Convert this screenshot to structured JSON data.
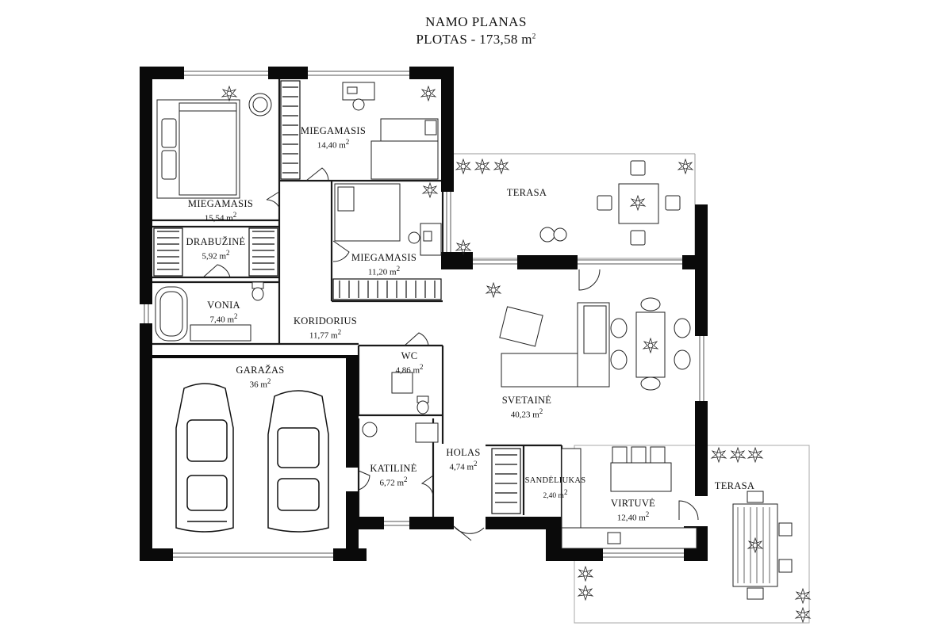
{
  "header": {
    "title": "NAMO PLANAS",
    "area_label": "PLOTAS - 173,58 m",
    "area_sup": "2"
  },
  "rooms": [
    {
      "id": "miegamasis-1",
      "name": "MIEGAMASIS",
      "area": "15,54 m",
      "sup": "2"
    },
    {
      "id": "miegamasis-2",
      "name": "MIEGAMASIS",
      "area": "14,40 m",
      "sup": "2"
    },
    {
      "id": "miegamasis-3",
      "name": "MIEGAMASIS",
      "area": "11,20 m",
      "sup": "2"
    },
    {
      "id": "drabuzine",
      "name": "DRABUŽINĖ",
      "area": "5,92 m",
      "sup": "2"
    },
    {
      "id": "vonia",
      "name": "VONIA",
      "area": "7,40 m",
      "sup": "2"
    },
    {
      "id": "koridorius",
      "name": "KORIDORIUS",
      "area": "11,77 m",
      "sup": "2"
    },
    {
      "id": "wc",
      "name": "WC",
      "area": "4,86 m",
      "sup": "2"
    },
    {
      "id": "garazas",
      "name": "GARAŽAS",
      "area": "36 m",
      "sup": "2"
    },
    {
      "id": "katiline",
      "name": "KATILINĖ",
      "area": "6,72 m",
      "sup": "2"
    },
    {
      "id": "holas",
      "name": "HOLAS",
      "area": "4,74 m",
      "sup": "2"
    },
    {
      "id": "sandeliukas",
      "name": "SANDĖLIUKAS",
      "area": "2,40 m",
      "sup": "2"
    },
    {
      "id": "svetaine",
      "name": "SVETAINĖ",
      "area": "40,23 m",
      "sup": "2"
    },
    {
      "id": "virtuve",
      "name": "VIRTUVĖ",
      "area": "12,40 m",
      "sup": "2"
    }
  ],
  "terraces": [
    {
      "id": "terasa-1",
      "name": "TERASA"
    },
    {
      "id": "terasa-2",
      "name": "TERASA"
    }
  ],
  "colors": {
    "wall": "#0a0a0a",
    "line": "#222222",
    "furniture": "#333333",
    "background": "#ffffff"
  }
}
